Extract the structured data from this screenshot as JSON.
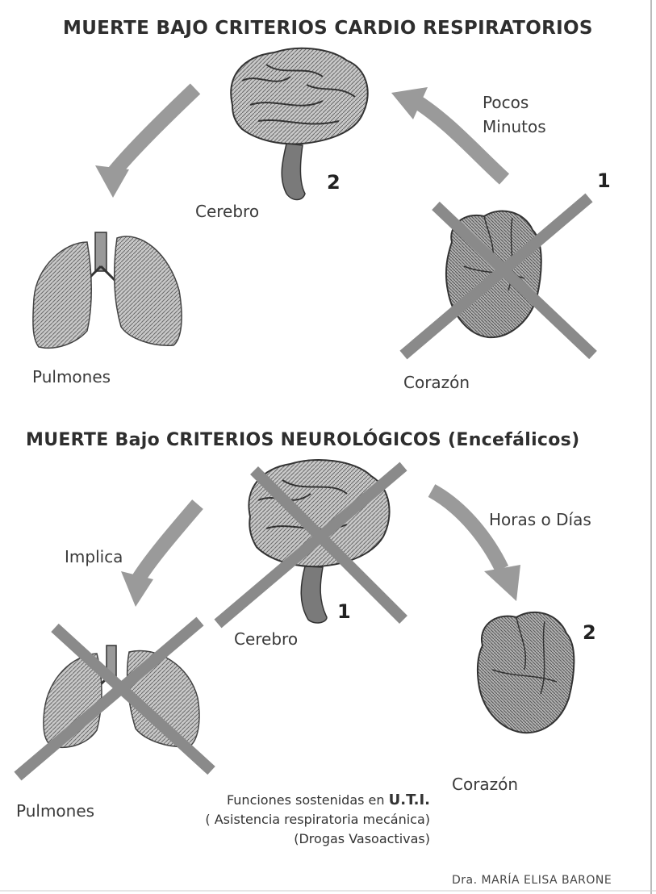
{
  "top": {
    "title": "MUERTE BAJO CRITERIOS CARDIO RESPIRATORIOS",
    "time_note_line1": "Pocos",
    "time_note_line2": "Minutos",
    "brain_label": "Cerebro",
    "brain_order": "2",
    "heart_label": "Corazón",
    "heart_order": "1",
    "lungs_label": "Pulmones"
  },
  "bottom": {
    "title_part1": "MUERTE ",
    "title_part2": "Bajo",
    "title_part3": " CRITERIOS NEUROLÓGICOS (Encefálicos)",
    "time_note": "Horas o Días",
    "implies": "Implica",
    "brain_label": "Cerebro",
    "brain_order": "1",
    "heart_label": "Corazón",
    "heart_order": "2",
    "lungs_label": "Pulmones",
    "note_line1_prefix": "Funciones sostenidas en ",
    "note_line1_bold": "U.T.I.",
    "note_line2": "( Asistencia respiratoria mecánica)",
    "note_line3": "(Drogas Vasoactivas)"
  },
  "credit": "Dra. MARÍA ELISA BARONE",
  "colors": {
    "arrow": "#9a9a9a",
    "cross": "#8a8a8a",
    "organ_dark": "#4a4a4a",
    "organ_light": "#bdbdbd"
  }
}
